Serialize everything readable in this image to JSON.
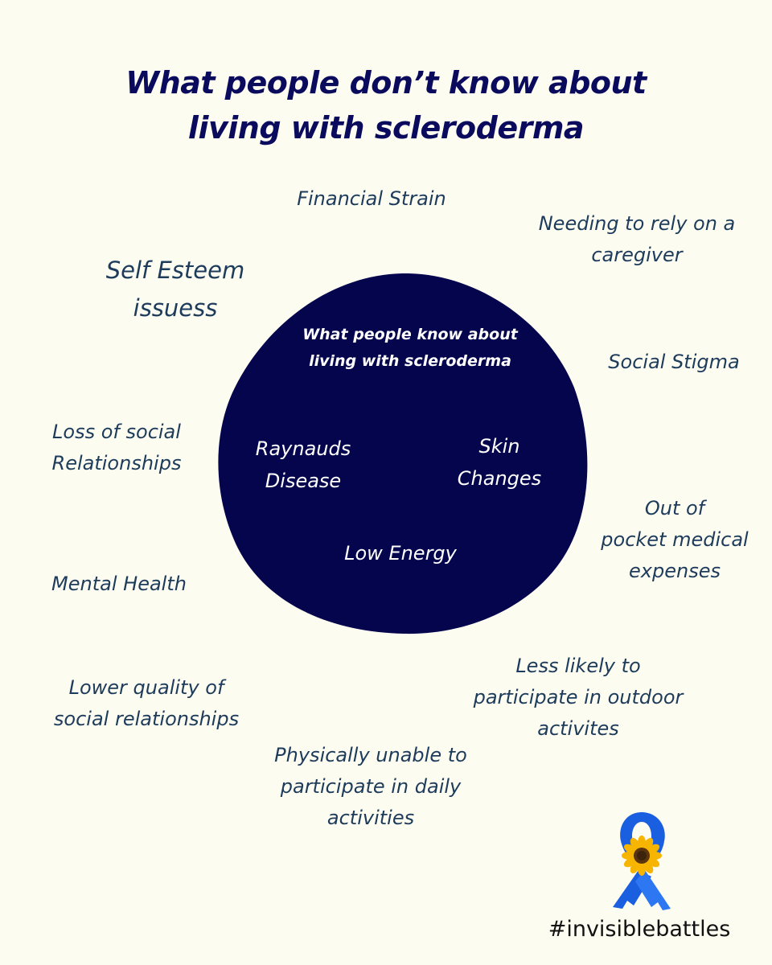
{
  "title": {
    "line1": "What people don’t know about",
    "line2": "living with scleroderma"
  },
  "inner_circle": {
    "title_line1": "What people know about",
    "title_line2": "living with scleroderma",
    "raynauds": [
      "Raynauds",
      "Disease"
    ],
    "skin": [
      "Skin",
      "Changes"
    ],
    "energy": "Low Energy",
    "fill_color": "#05054d"
  },
  "outer_items": {
    "financial": "Financial Strain",
    "caregiver": [
      "Needing to rely on a",
      "caregiver"
    ],
    "self_esteem": [
      "Self Esteem",
      "issuess"
    ],
    "stigma": "Social Stigma",
    "loss_social": [
      "Loss of social",
      "Relationships"
    ],
    "out_of_pocket": [
      "Out of",
      "pocket medical",
      "expenses"
    ],
    "mental": "Mental Health",
    "lower_quality": [
      "Lower quality of",
      "social relationships"
    ],
    "outdoor": [
      "Less likely to",
      "participate in outdoor",
      "activites"
    ],
    "physically": [
      "Physically unable to",
      "participate in daily",
      "activities"
    ]
  },
  "ribbon": {
    "icon": "awareness-ribbon-sunflower-icon",
    "ribbon_color": "#1a5fe0",
    "flower_color": "#f7b500"
  },
  "hashtag": "#invisiblebattles"
}
